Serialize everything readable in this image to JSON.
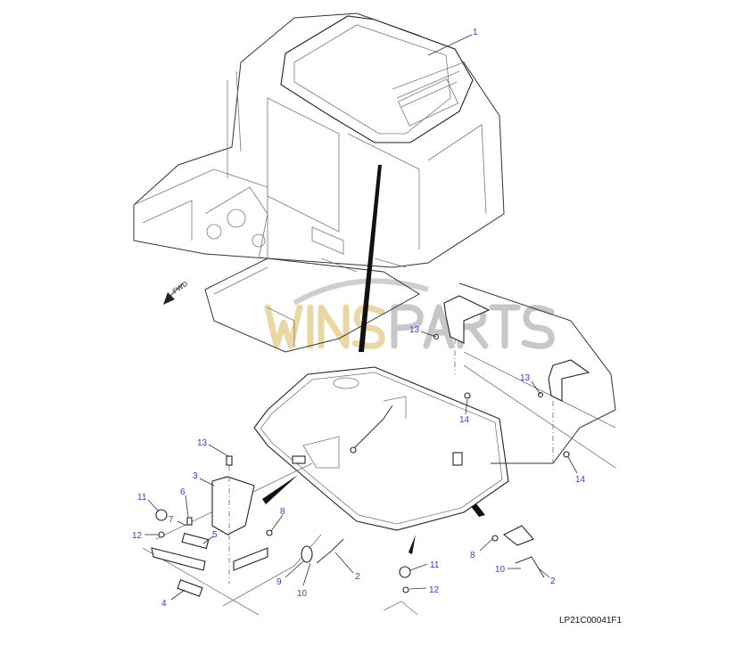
{
  "diagram": {
    "drawing_code": "LP21C00041F1",
    "forward_marker": "FWD",
    "watermark": "WINSPARTS",
    "callouts": [
      "1",
      "13",
      "13",
      "14",
      "14",
      "13",
      "3",
      "6",
      "11",
      "7",
      "5",
      "12",
      "8",
      "9",
      "10",
      "2",
      "4",
      "11",
      "12",
      "8",
      "10",
      "2"
    ]
  },
  "colors": {
    "callout": "#3a3ae0",
    "line": "#333333"
  }
}
